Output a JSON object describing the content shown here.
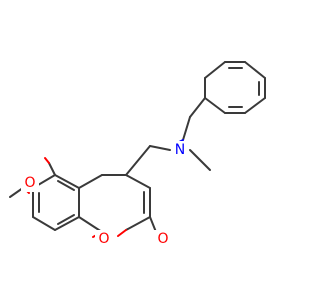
{
  "molecule": {
    "atoms": {
      "methoxy_oxygen": "O",
      "ring_oxygen": "O",
      "carbonyl_oxygen": "O",
      "amine_nitrogen": "N"
    },
    "colors": {
      "bond": "#3a3a3a",
      "oxygen": "#ff0000",
      "nitrogen": "#0000ff",
      "background": "#ffffff"
    }
  }
}
